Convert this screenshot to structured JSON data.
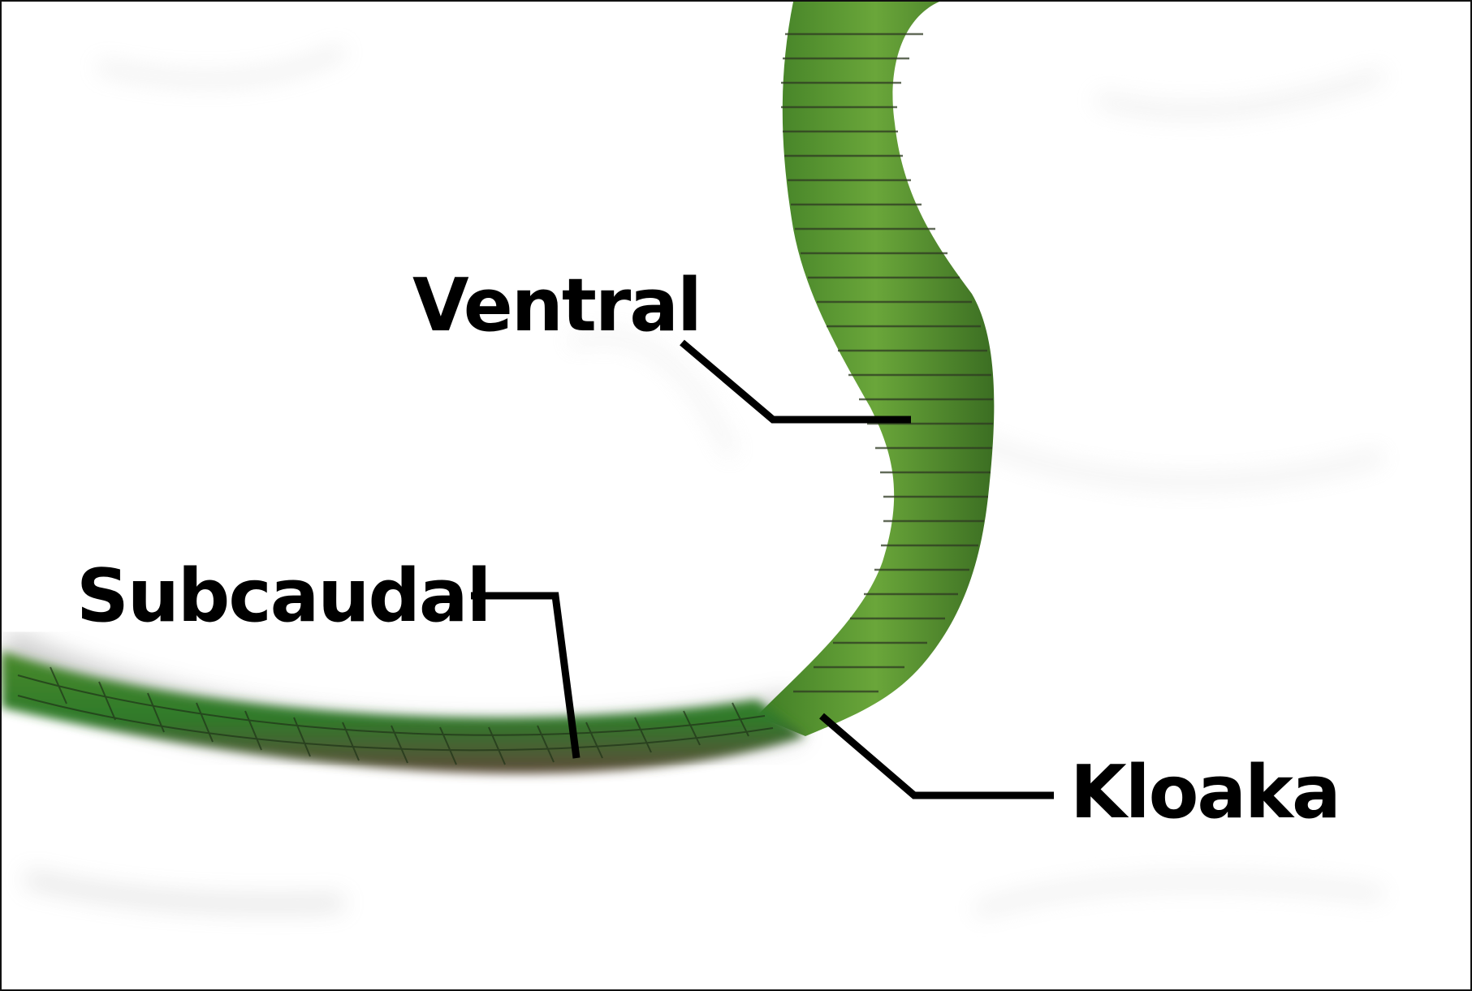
{
  "labels": {
    "ventral": "Ventral",
    "subcaudal": "Subcaudal",
    "kloaka": "Kloaka"
  },
  "colors": {
    "snake_body": "#4f8f2e",
    "snake_belly": "#6aa63a",
    "scale_line": "#2e3a22",
    "leader_line": "#000000",
    "background": "#ffffff"
  }
}
